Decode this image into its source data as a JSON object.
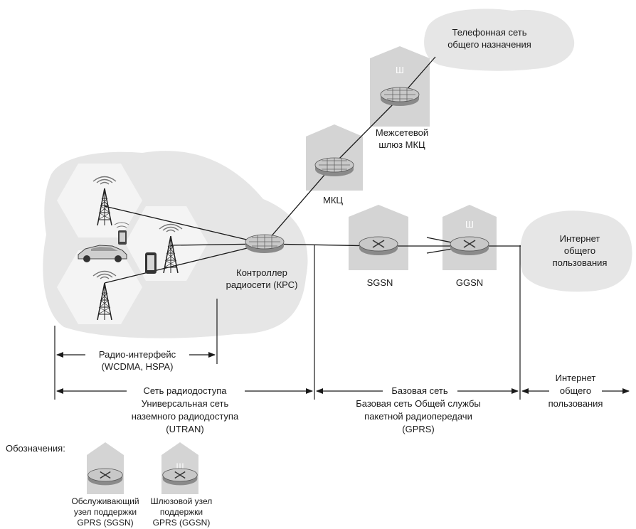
{
  "labels": {
    "pstn": [
      "Телефонная сеть",
      "общего назначения"
    ],
    "gateway_msc": [
      "Межсетевой",
      "шлюз МКЦ"
    ],
    "msc": "МКЦ",
    "rnc": [
      "Контроллер",
      "радиосети (КРС)"
    ],
    "sgsn": "SGSN",
    "ggsn": "GGSN",
    "internet": [
      "Интернет",
      "общего",
      "пользования"
    ],
    "house_mark": "Ш"
  },
  "bottom": {
    "radio_if": [
      "Радио-интерфейс",
      "(WCDMA, HSPA)"
    ],
    "ran": [
      "Сеть радиодоступа",
      "Универсальная сеть",
      "наземного радиодоступа",
      "(UTRAN)"
    ],
    "core": [
      "Базовая сеть",
      "Базовая сеть Общей службы",
      "пакетной радиопередачи",
      "(GPRS)"
    ],
    "inet": [
      "Интернет",
      "общего",
      "пользования"
    ]
  },
  "legend": {
    "title": "Обозначения:",
    "sgsn": [
      "Обслуживающий",
      "узел поддержки",
      "GPRS (SGSN)"
    ],
    "ggsn": [
      "Шлюзовой узел",
      "поддержки",
      "GPRS (GGSN)"
    ],
    "mark": "Ш"
  }
}
